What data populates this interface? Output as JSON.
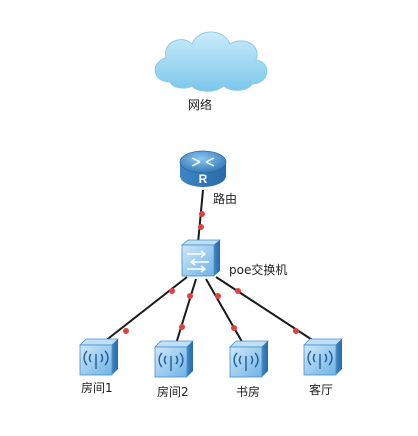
{
  "diagram": {
    "nodes": {
      "network": {
        "label": "网络",
        "icon": "cloud-icon"
      },
      "router": {
        "label": "路由",
        "icon": "router-icon",
        "glyph": "R"
      },
      "switch": {
        "label": "poe交换机",
        "icon": "switch-icon"
      },
      "ap1": {
        "label": "房间1",
        "icon": "wireless-ap-icon"
      },
      "ap2": {
        "label": "房间2",
        "icon": "wireless-ap-icon"
      },
      "ap3": {
        "label": "书房",
        "icon": "wireless-ap-icon"
      },
      "ap4": {
        "label": "客厅",
        "icon": "wireless-ap-icon"
      }
    },
    "links": [
      {
        "from": "router",
        "to": "switch"
      },
      {
        "from": "switch",
        "to": "ap1"
      },
      {
        "from": "switch",
        "to": "ap2"
      },
      {
        "from": "switch",
        "to": "ap3"
      },
      {
        "from": "switch",
        "to": "ap4"
      }
    ],
    "colors": {
      "device_blue": "#4a90cc",
      "device_light": "#a9d4f2",
      "cloud": "#9fd8f2",
      "link": "#1a1a1a",
      "port_dot": "#e04040"
    }
  }
}
